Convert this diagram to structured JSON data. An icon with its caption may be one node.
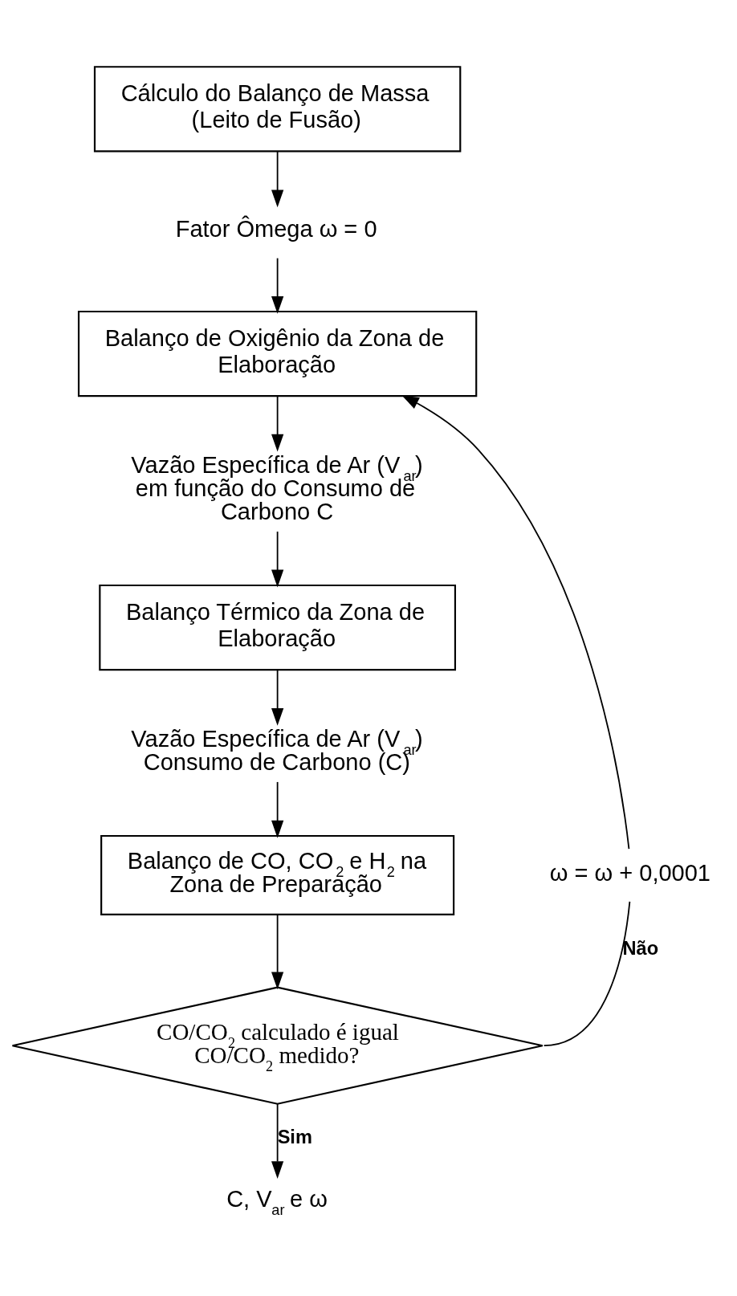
{
  "diagram": {
    "nodes": [
      {
        "text": [
          "Cálculo do Balanço de Massa (Leito de Fusão)"
        ]
      },
      {
        "text": [
          "Fator Ômega ω = 0"
        ]
      },
      {
        "text": [
          "Balanço de Oxigênio da Zona de Elaboração"
        ]
      },
      {
        "text": [
          "Vazão Específica de Ar (V$_{ar}$) em função do Consumo de Carbono C"
        ]
      },
      {
        "text": [
          "Balanço Térmico da Zona de Elaboração"
        ]
      },
      {
        "text": [
          "Vazão Específica de Ar (V$_{ar}$) Consumo de Carbono (C)"
        ]
      },
      {
        "text": [
          "Balanço de CO, CO$_{2}$ e H$_{2}$ na Zona de Preparação"
        ]
      },
      {
        "text": [
          "CO/CO$_{2}$ calculado é igual CO/CO$_{2}$ medido?"
        ]
      },
      {
        "text": [
          "ω = ω + 0,0001"
        ]
      },
      {
        "text": [
          "C, V$_{ar}$ e ω"
        ]
      }
    ],
    "edges": [
      {
        "from": 0,
        "to": 1,
        "arrow": "to"
      },
      {
        "from": 1,
        "to": 2,
        "arrow": "to"
      },
      {
        "from": 2,
        "to": 3,
        "arrow": "to"
      },
      {
        "from": 3,
        "to": 4,
        "arrow": "to"
      },
      {
        "from": 4,
        "to": 5,
        "arrow": "to"
      },
      {
        "from": 5,
        "to": 6,
        "arrow": "to"
      },
      {
        "from": 6,
        "to": 7,
        "arrow": "to"
      },
      {
        "from": 7,
        "to": 8,
        "arrow": "none",
        "label": "Não"
      },
      {
        "from": 8,
        "to": 2,
        "arrow": "to"
      },
      {
        "from": 7,
        "to": 9,
        "arrow": "to",
        "label": "Sim"
      }
    ]
  }
}
